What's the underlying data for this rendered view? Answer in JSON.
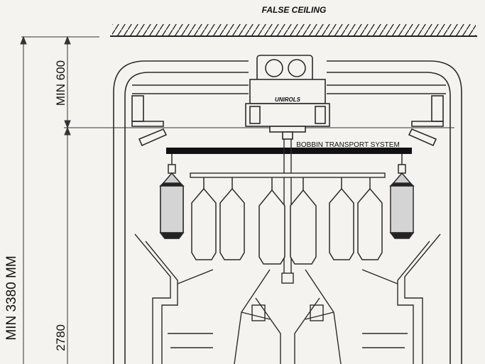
{
  "labels": {
    "false_ceiling": "FALSE CEILING",
    "bobbin_transport": "BOBBIN TRANSPORT SYSTEM",
    "brand": "UNIROLS",
    "min_600": "MIN 600",
    "min_3380": "MIN 3380 MM",
    "height_2780": "2780"
  },
  "colors": {
    "line": "#2b2b2b",
    "paper": "#f4f3ef",
    "bobbin_dark": "#cfcfcf",
    "bar": "#111111"
  }
}
